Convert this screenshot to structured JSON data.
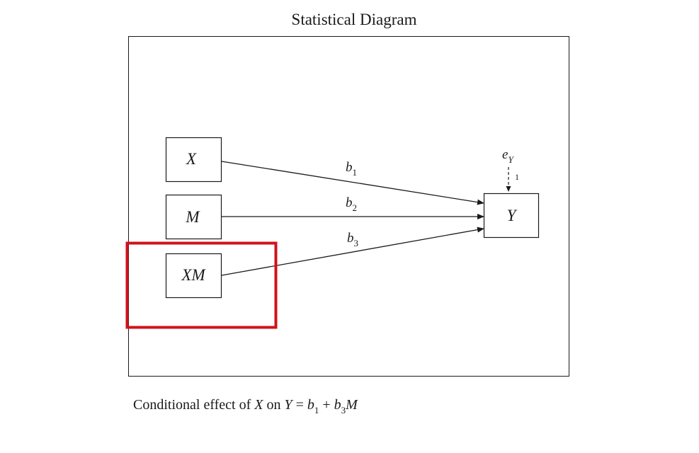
{
  "title": "Statistical Diagram",
  "nodes": {
    "x": "X",
    "m": "M",
    "xm": "XM",
    "y": "Y"
  },
  "paths": {
    "b1": {
      "base": "b",
      "sub": "1"
    },
    "b2": {
      "base": "b",
      "sub": "2"
    },
    "b3": {
      "base": "b",
      "sub": "3"
    }
  },
  "error_term": {
    "base": "e",
    "sub": "Y",
    "loading": "1"
  },
  "caption": {
    "prefix": "Conditional effect of ",
    "x": "X",
    "on": " on ",
    "y": "Y",
    "equals": " = ",
    "b1_base": "b",
    "b1_sub": "1",
    "plus": " + ",
    "b3_base": "b",
    "b3_sub": "3",
    "m": "M"
  },
  "colors": {
    "ink": "#1a1a1a",
    "highlight": "#d0121b"
  }
}
